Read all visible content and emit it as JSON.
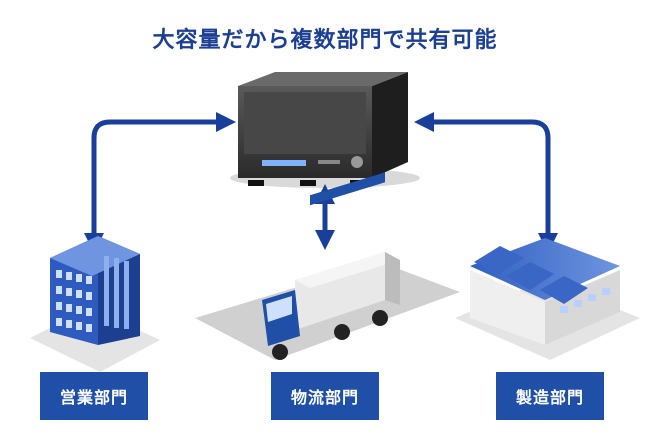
{
  "title": "大容量だから複数部門で共有可能",
  "departments": {
    "sales": "営業部門",
    "logistics": "物流部門",
    "manufacturing": "製造部門"
  },
  "colors": {
    "accent": "#1f4fa6",
    "title": "#1d3f93",
    "arrow": "#1a3f9b"
  }
}
